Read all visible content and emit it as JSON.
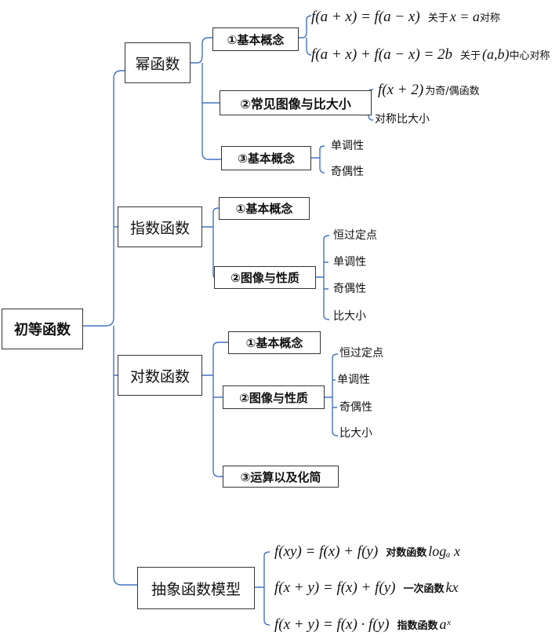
{
  "root": "初等函数",
  "colors": {
    "bracket": "#4472c4",
    "border": "#333333"
  },
  "power": {
    "title": "幂函数",
    "concept1": {
      "label": "①基本概念",
      "items": [
        {
          "formula": "f(a + x) = f(a − x)",
          "desc": "关于",
          "math": "x = a",
          "tail": "对称"
        },
        {
          "formula": "f(a + x) + f(a − x) = 2b",
          "desc": "关于",
          "math": "(a,b)",
          "tail": "中心对称"
        }
      ]
    },
    "graph": {
      "label": "②常见图像与比大小",
      "items": [
        {
          "formula": "f(x + 2)",
          "tail": "为奇/偶函数"
        },
        {
          "text": "对称比大小"
        }
      ]
    },
    "concept3": {
      "label": "③基本概念",
      "items": [
        "单调性",
        "奇偶性"
      ]
    }
  },
  "exp": {
    "title": "指数函数",
    "concept": "①基本概念",
    "graph": {
      "label": "②图像与性质",
      "items": [
        "恒过定点",
        "单调性",
        "奇偶性",
        "比大小"
      ]
    }
  },
  "log": {
    "title": "对数函数",
    "concept": "①基本概念",
    "graph": {
      "label": "②图像与性质",
      "items": [
        "恒过定点",
        "单调性",
        "奇偶性",
        "比大小"
      ]
    },
    "ops": "③运算以及化简"
  },
  "abstract": {
    "title": "抽象函数模型",
    "items": [
      {
        "formula": "f(xy) = f(x) + f(y)",
        "desc": "对数函数",
        "math": "logₐ x"
      },
      {
        "formula": "f(x + y) = f(x) + f(y)",
        "desc": "一次函数",
        "math": "kx"
      },
      {
        "formula": "f(x + y) = f(x) · f(y)",
        "desc": "指数函数",
        "math": "aˣ"
      }
    ]
  }
}
